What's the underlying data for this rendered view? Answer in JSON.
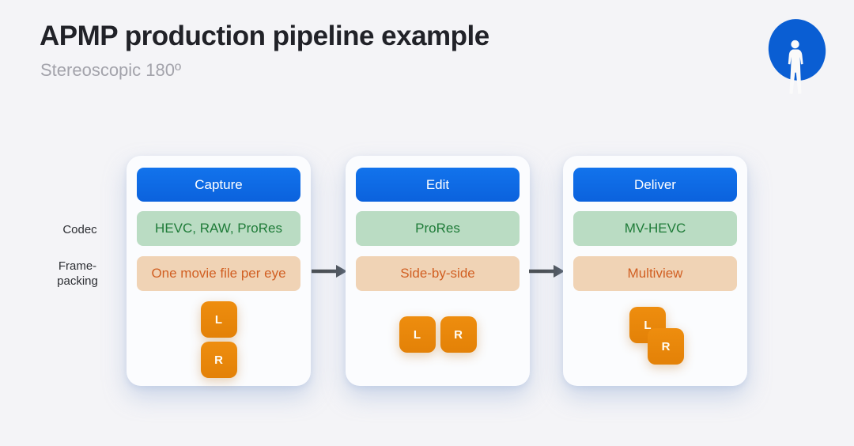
{
  "header": {
    "title": "APMP production pipeline example",
    "subtitle": "Stereoscopic 180º"
  },
  "row_labels": {
    "codec": "Codec",
    "frame_packing_line1": "Frame-",
    "frame_packing_line2": "packing"
  },
  "pipeline": {
    "stages": [
      {
        "name": "Capture",
        "codec": "HEVC, RAW, ProRes",
        "frame_packing": "One movie file per eye",
        "eye_layout": "stacked-vertical",
        "eyes": [
          "L",
          "R"
        ]
      },
      {
        "name": "Edit",
        "codec": "ProRes",
        "frame_packing": "Side-by-side",
        "eye_layout": "side-by-side",
        "eyes": [
          "L",
          "R"
        ]
      },
      {
        "name": "Deliver",
        "codec": "MV-HEVC",
        "frame_packing": "Multiview",
        "eye_layout": "diagonal-overlap",
        "eyes": [
          "L",
          "R"
        ]
      }
    ]
  },
  "icons": {
    "person_logo": "person-in-blue-circle"
  },
  "colors": {
    "background": "#f4f4f7",
    "stage_header_blue": "#0d6ce6",
    "codec_bg_green": "#badcc3",
    "codec_text_green": "#1e7b38",
    "packing_bg_tan": "#f0d3b5",
    "packing_text_orange": "#d15f22",
    "eye_orange": "#e8860e",
    "arrow_gray": "#4c5156",
    "logo_blue": "#0a5ed3"
  }
}
